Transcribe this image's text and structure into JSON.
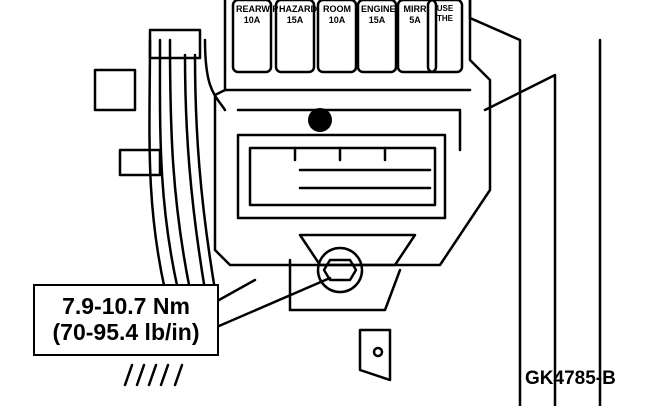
{
  "fuses": [
    {
      "name": "REARWIP",
      "rating": "10A"
    },
    {
      "name": "HAZARD",
      "rating": "15A"
    },
    {
      "name": "ROOM",
      "rating": "10A"
    },
    {
      "name": "ENGINE",
      "rating": "15A"
    },
    {
      "name": "MIRR",
      "rating": "5A"
    },
    {
      "name": "USE THE",
      "rating": ""
    }
  ],
  "callout": {
    "torque_nm": "7.9-10.7 Nm",
    "torque_lbin": "(70-95.4 lb/in)"
  },
  "figure_id": "GK4785-B"
}
